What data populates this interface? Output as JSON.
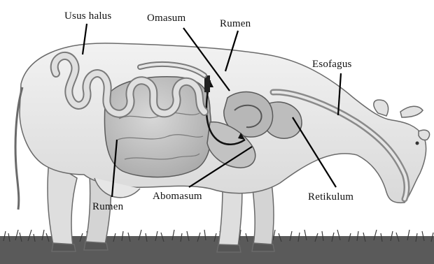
{
  "labels": {
    "usus_halus": "Usus halus",
    "omasum": "Omasum",
    "rumen_top": "Rumen",
    "esofagus": "Esofagus",
    "rumen_bottom": "Rumen",
    "abomasum": "Abomasum",
    "retikulum": "Retikulum"
  },
  "colors": {
    "body_fill": "#e9e9e9",
    "body_stroke": "#6a6a6a",
    "organ_fill": "#c9c9c9",
    "organ_dark": "#9a9a9a",
    "intestine_fill": "#dcdcdc",
    "grass": "#3a3a3a",
    "leader": "#000000"
  }
}
